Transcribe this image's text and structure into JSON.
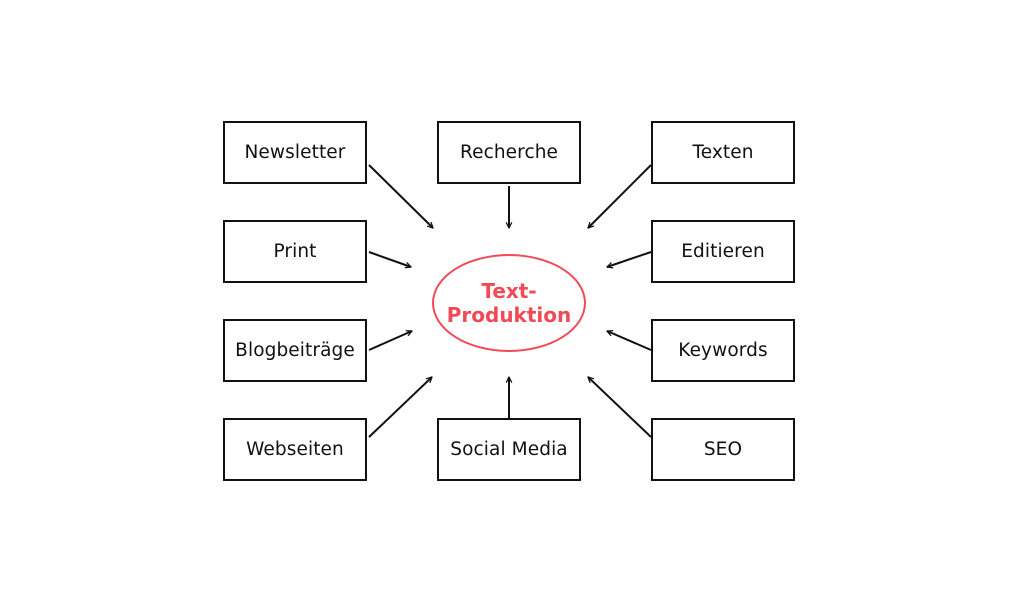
{
  "center": {
    "line1": "Text-",
    "line2": "Produktion",
    "color": "#ef4a55"
  },
  "nodes": {
    "newsletter": "Newsletter",
    "recherche": "Recherche",
    "texten": "Texten",
    "print": "Print",
    "editieren": "Editieren",
    "blogbeitraege": "Blogbeiträge",
    "keywords": "Keywords",
    "webseiten": "Webseiten",
    "social_media": "Social Media",
    "seo": "SEO"
  },
  "colors": {
    "stroke": "#111111",
    "accent": "#ef4a55"
  }
}
